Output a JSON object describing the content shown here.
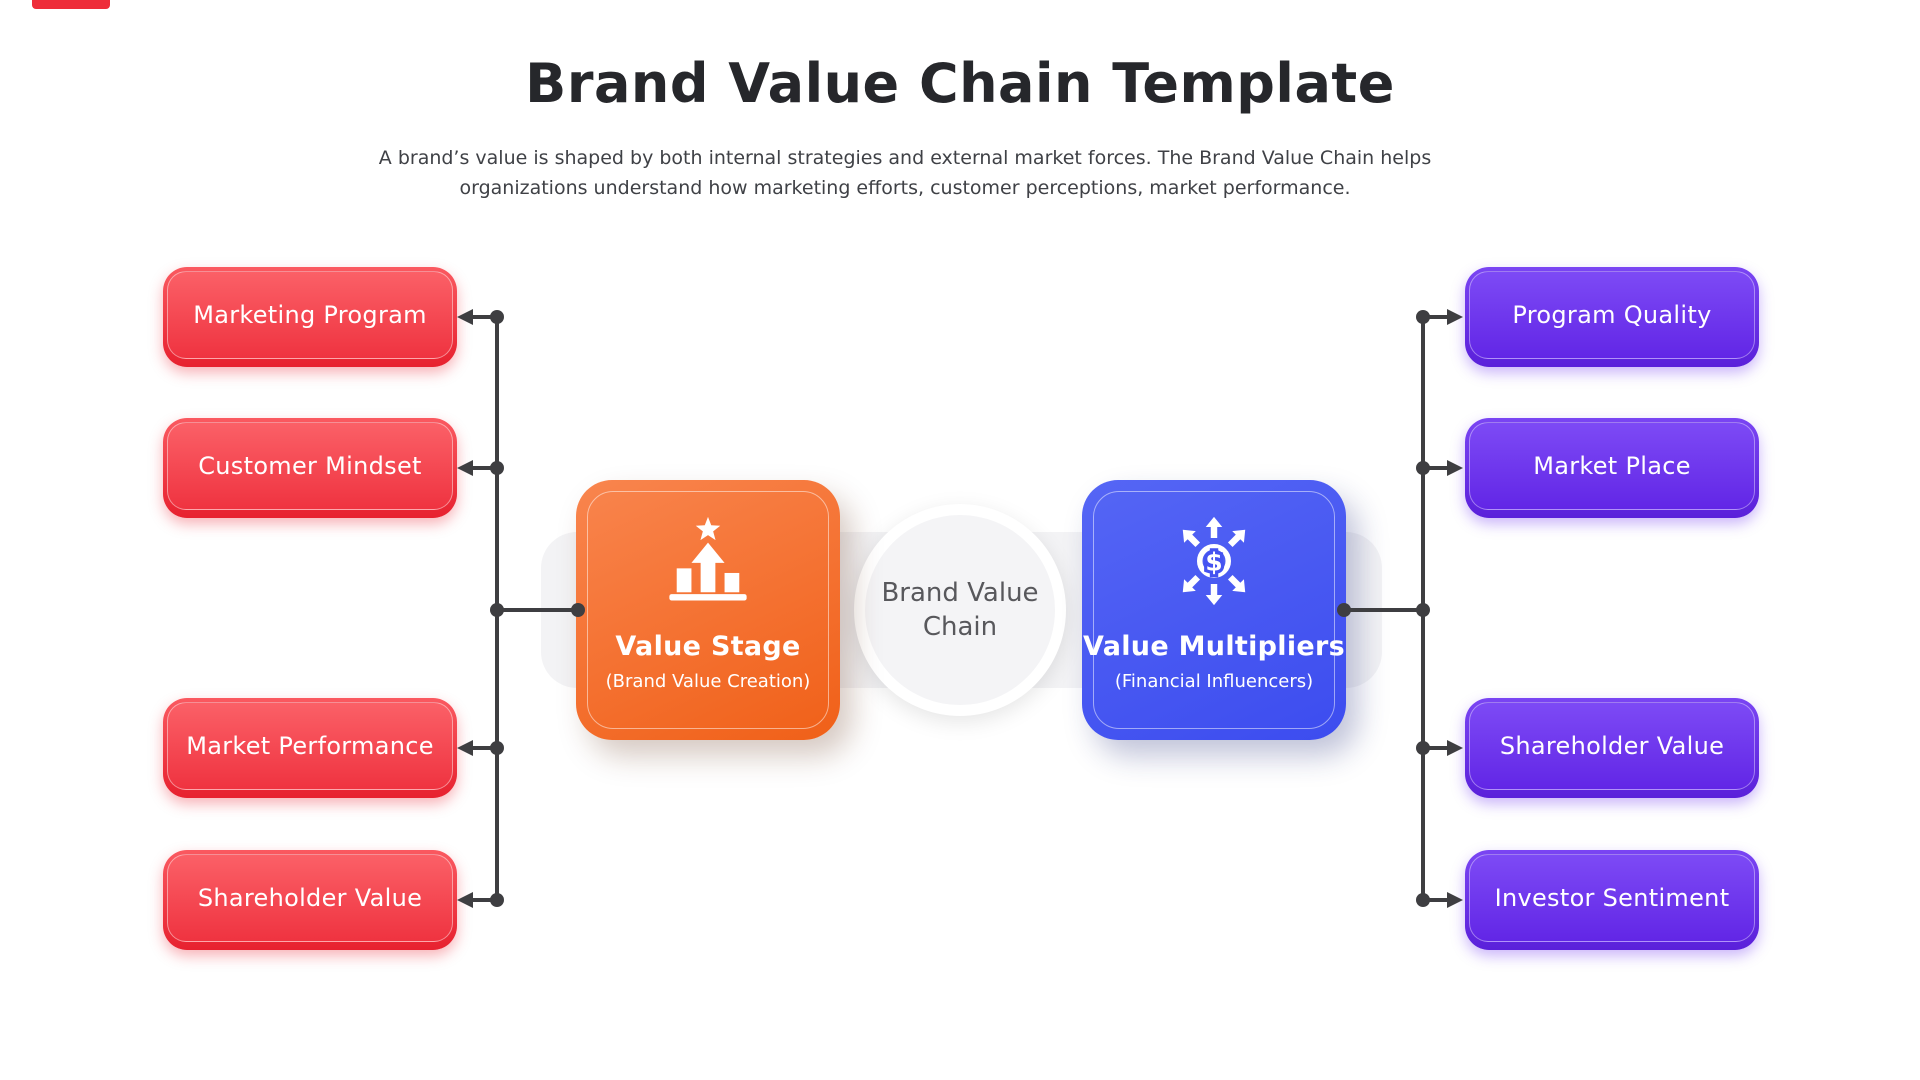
{
  "header": {
    "title": "Brand Value Chain Template",
    "subtitle_line1": "A brand’s value is shaped by both internal strategies and external market forces. The Brand Value Chain helps",
    "subtitle_line2": "organizations understand how marketing efforts, customer perceptions, market performance."
  },
  "left_column": {
    "items": [
      "Marketing Program",
      "Customer Mindset",
      "Market Performance",
      "Shareholder Value"
    ]
  },
  "right_column": {
    "items": [
      "Program Quality",
      "Market Place",
      "Shareholder Value",
      "Investor Sentiment"
    ]
  },
  "center": {
    "value_stage": {
      "title": "Value Stage",
      "subtitle": "(Brand Value Creation)",
      "icon": "podium-star-icon"
    },
    "hub": {
      "line1": "Brand Value",
      "line2": "Chain"
    },
    "value_multipliers": {
      "title": "Value Multipliers",
      "subtitle": "(Financial Influencers)",
      "icon": "money-arrows-icon"
    }
  },
  "colors": {
    "left_node_red": "#ef3340",
    "right_node_purple": "#6d35ee",
    "value_stage_orange": "#f06018",
    "value_multipliers_blue": "#4453f0",
    "connector": "#3e3e41",
    "hub_fill": "#f4f4f6",
    "band_fill": "#f3f3f5",
    "title_text": "#26272b",
    "subtitle_text": "#3f4146"
  }
}
